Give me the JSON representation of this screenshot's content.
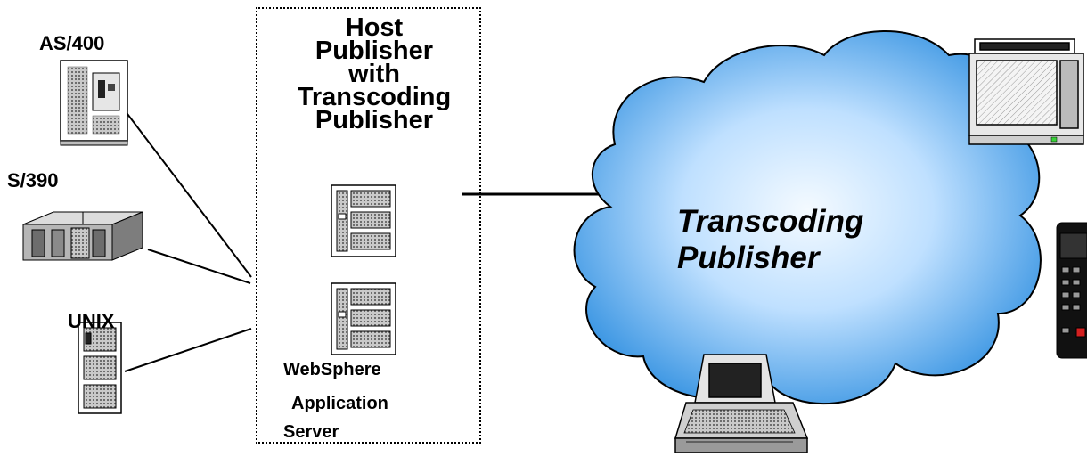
{
  "systems": [
    {
      "label": "AS/400"
    },
    {
      "label": "S/390"
    },
    {
      "label": "UNIX"
    }
  ],
  "host": {
    "title_lines": [
      "Host",
      "Publisher",
      "with",
      "Transcoding",
      "Publisher"
    ],
    "server_label_lines": [
      "WebSphere",
      "Application",
      "Server"
    ]
  },
  "cloud": {
    "label_lines": [
      "Transcoding",
      "Publisher"
    ],
    "colors": {
      "edge": "#2f8fe0",
      "center": "#f4faff"
    }
  },
  "devices": [
    "desktop-terminal",
    "mobile-phone",
    "laptop"
  ]
}
